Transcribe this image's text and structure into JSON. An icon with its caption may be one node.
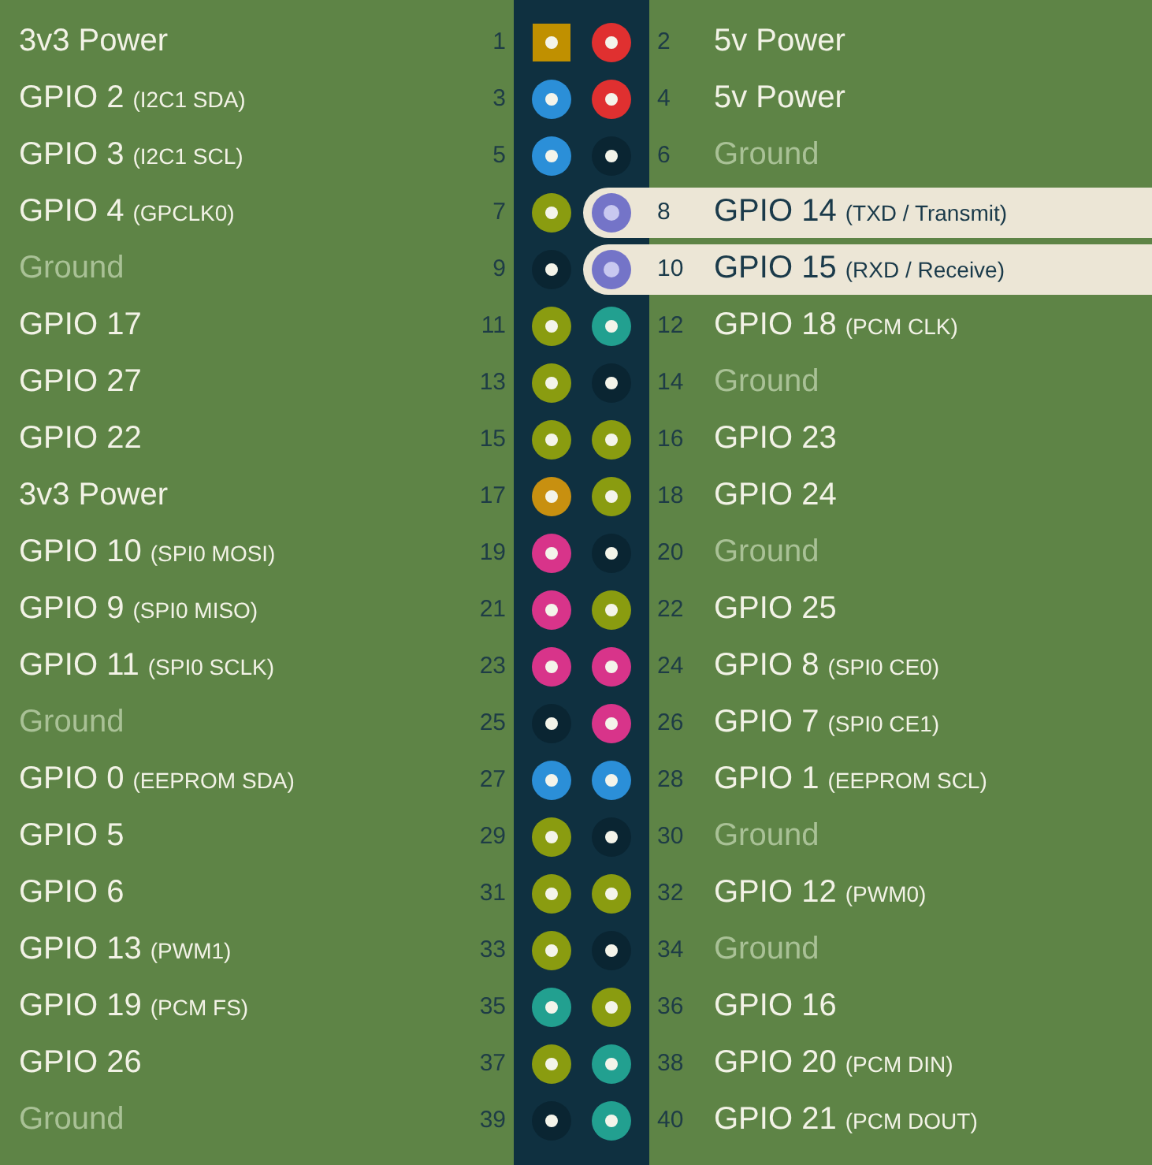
{
  "diagram": {
    "labels": [
      "3v3 Power",
      "1",
      "2",
      "5v Power",
      "GPIO 2 (I2C1 SDA)",
      "3",
      "4",
      "5v Power",
      "GPIO 3 (I2C1 SCL)",
      "5",
      "6",
      "Ground",
      "GPIO 4 (GPCLK0)",
      "7",
      "8",
      "GPIO 14 (TXD / Transmit)",
      "Ground",
      "9",
      "10",
      "GPIO 15 (RXD / Receive)",
      "GPIO 17",
      "11",
      "12",
      "GPIO 18 (PCM CLK)",
      "GPIO 27",
      "13",
      "14",
      "Ground",
      "GPIO 22",
      "15",
      "16",
      "GPIO 23",
      "3v3 Power",
      "17",
      "18",
      "GPIO 24",
      "GPIO 10 (SPI0 MOSI)",
      "19",
      "20",
      "Ground",
      "GPIO 9 (SPI0 MISO)",
      "21",
      "22",
      "GPIO 25",
      "GPIO 11 (SPI0 SCLK)",
      "23",
      "24",
      "GPIO 8 (SPI0 CE0)",
      "Ground",
      "25",
      "26",
      "GPIO 7 (SPI0 CE1)",
      "GPIO 0 (EEPROM SDA)",
      "27",
      "28",
      "GPIO 1 (EEPROM SCL)",
      "GPIO 5",
      "29",
      "30",
      "Ground",
      "GPIO 6",
      "31",
      "32",
      "GPIO 12 (PWM0)",
      "GPIO 13 (PWM1)",
      "33",
      "34",
      "Ground",
      "GPIO 19 (PCM FS)",
      "35",
      "36",
      "GPIO 16",
      "GPIO 26",
      "37",
      "38",
      "GPIO 20 (PCM DIN)",
      "Ground",
      "39",
      "40",
      "GPIO 21 (PCM DOUT)"
    ]
  }
}
